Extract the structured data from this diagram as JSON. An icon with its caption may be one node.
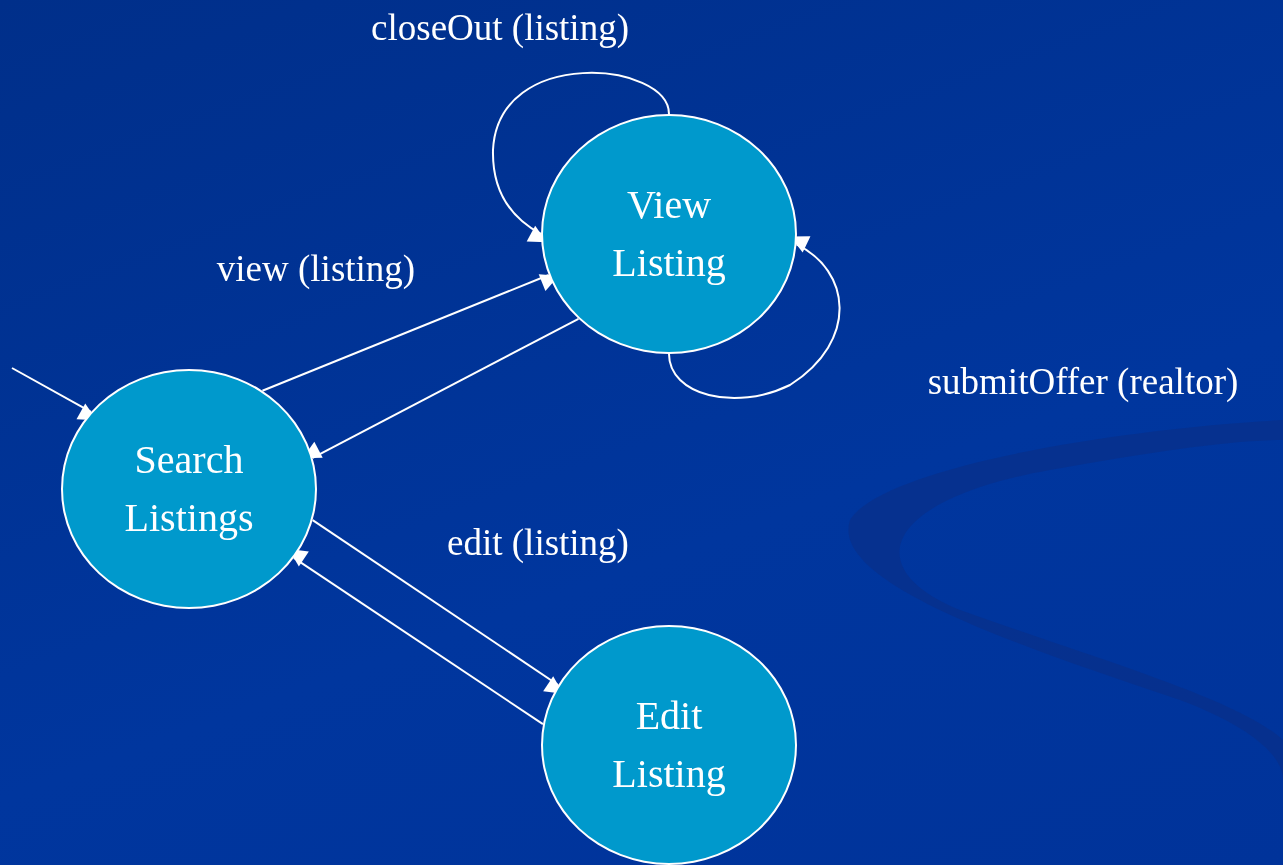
{
  "diagram": {
    "nodes": [
      {
        "text": [
          "Search Listings"
        ]
      },
      {
        "text": [
          "View Listing"
        ]
      },
      {
        "text": [
          "Edit Listing"
        ]
      }
    ],
    "edges": [
      {
        "from": null,
        "to": 0,
        "arrow": "to"
      },
      {
        "from": 0,
        "to": 1,
        "arrow": "to",
        "label": "view (listing)"
      },
      {
        "from": 1,
        "to": 0,
        "arrow": "to"
      },
      {
        "from": 1,
        "to": 1,
        "arrow": "to",
        "label": "closeOut (listing)"
      },
      {
        "from": 1,
        "to": 1,
        "arrow": "to",
        "label": "submitOffer (realtor)"
      },
      {
        "from": 0,
        "to": 2,
        "arrow": "to",
        "label": "edit (listing)"
      },
      {
        "from": 2,
        "to": 0,
        "arrow": "to"
      }
    ]
  }
}
